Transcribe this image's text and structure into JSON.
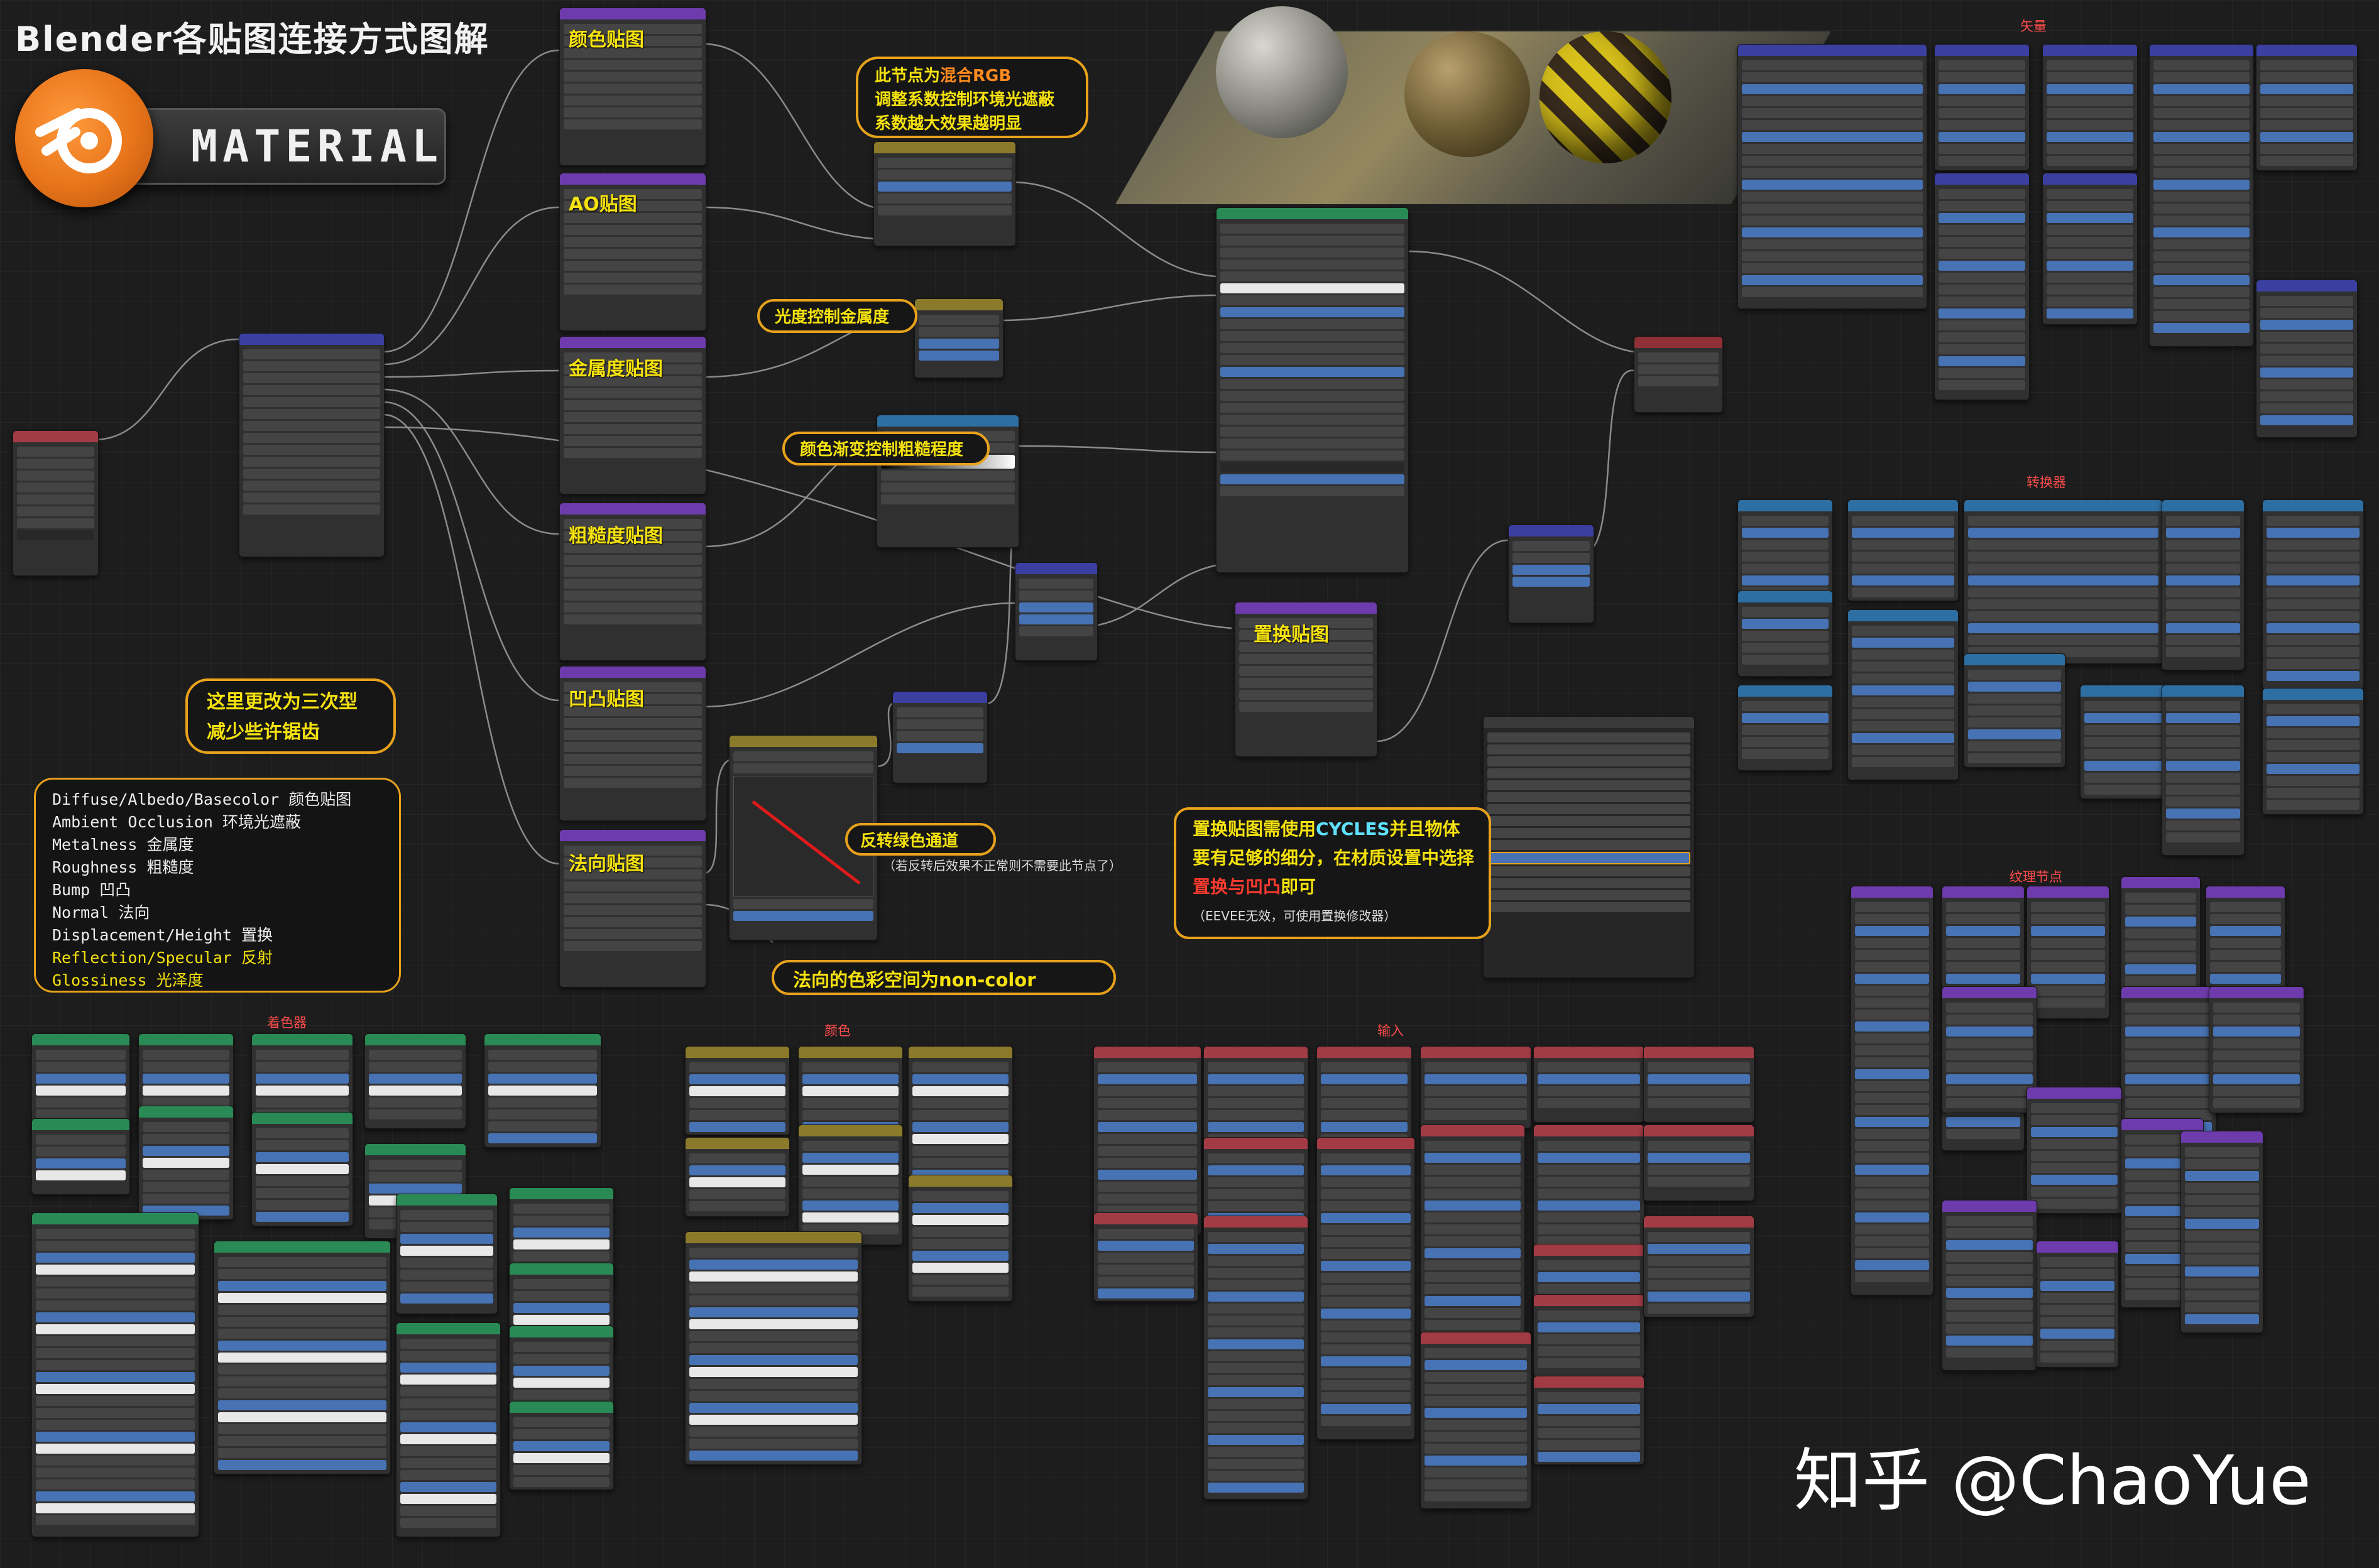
{
  "title": "Blender各贴图连接方式图解",
  "logo": {
    "text": "MATERIAL"
  },
  "texture_labels": {
    "color": "颜色贴图",
    "ao": "AO贴图",
    "metal": "金属度贴图",
    "rough": "粗糙度贴图",
    "bump": "凹凸贴图",
    "normal": "法向贴图",
    "disp": "置换贴图"
  },
  "notes": {
    "mix": {
      "l1a": "此节点为",
      "l1b": "混合RGB",
      "l2": "调整系数控制环境光遮蔽",
      "l3": "系数越大效果越明显"
    },
    "gloss": "光度控制金属度",
    "ramp": "颜色渐变控制粗糙程度",
    "bump": {
      "l1": "这里更改为三次型",
      "l2": "减少些许锯齿"
    },
    "invert": {
      "l1": "反转绿色通道",
      "l2": "（若反转后效果不正常则不需要此节点了）"
    },
    "normal_space": "法向的色彩空间为non-color",
    "disp": {
      "l1a": "置换贴图需使用",
      "l1b": "CYCLES",
      "l1c": "并且物体",
      "l2": "要有足够的细分，在材质设置中选择",
      "l3a": "置换与凹凸",
      "l3b": "即可",
      "l4": "（EEVEE无效，可使用置换修改器）"
    }
  },
  "legend": [
    "Diffuse/Albedo/Basecolor 颜色贴图",
    "Ambient Occlusion 环境光遮蔽",
    "Metalness 金属度",
    "Roughness 粗糙度",
    "Bump 凹凸",
    "Normal 法向",
    "Displacement/Height 置换",
    "Reflection/Specular 反射",
    "Glossiness 光泽度"
  ],
  "categories": {
    "vector": "矢量",
    "convert": "转换器",
    "texture": "纹理节点",
    "shader": "着色器",
    "color": "颜色",
    "input": "输入"
  },
  "watermark": "知乎 @ChaoYue",
  "colors": {
    "accent": "#e8a21c",
    "label": "#f5e20e",
    "highlight": "#ff8a1e",
    "wire": "#a8a8a8"
  }
}
